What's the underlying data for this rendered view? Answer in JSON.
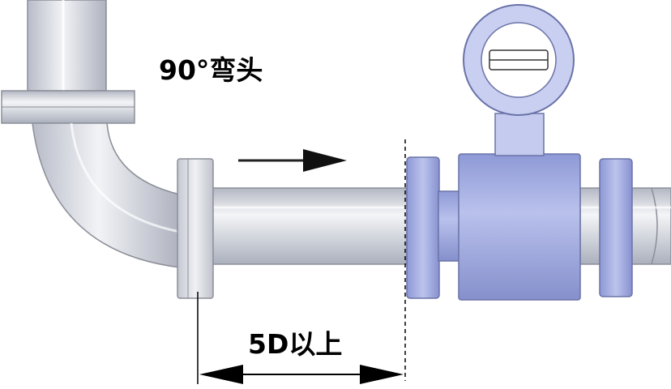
{
  "labels": {
    "elbow": "90°弯头",
    "distance": "5D以上"
  },
  "colors": {
    "pipe_gray": "#cfd2dc",
    "pipe_highlight": "#f2f3f6",
    "pipe_outline": "#8c8f99",
    "meter_blue": "#9aa6dd",
    "meter_blue_light": "#c4cbee",
    "meter_outline": "#6a73a8",
    "line": "#000000"
  },
  "icons": {
    "flow": "flow-direction-arrow",
    "dimension": "double-headed-dimension-arrow"
  }
}
